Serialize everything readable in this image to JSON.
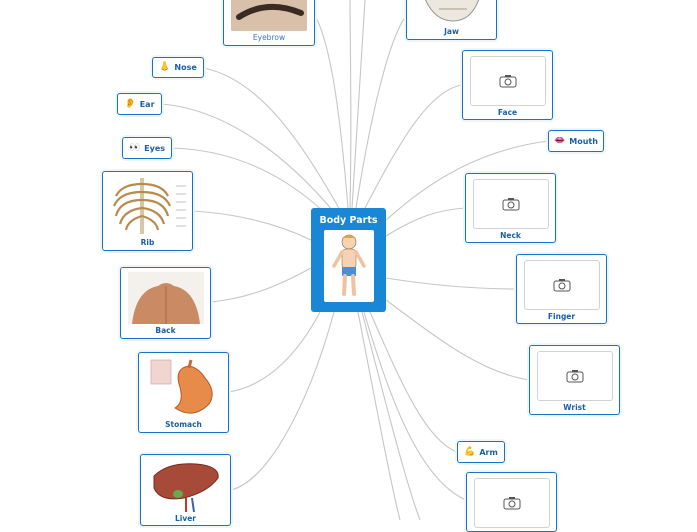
{
  "central": {
    "title": "Body Parts",
    "image_icon": "child-body-illustration"
  },
  "nodes": {
    "eyebrow": {
      "label": "Eyebrow",
      "image_icon": "eyebrow-photo"
    },
    "jaw": {
      "label": "Jaw",
      "image_icon": "jaw-bone-model"
    },
    "nose": {
      "label": "Nose",
      "emoji": "👃"
    },
    "ear": {
      "label": "Ear",
      "emoji": "👂"
    },
    "eyes": {
      "label": "Eyes",
      "emoji": "👀"
    },
    "face": {
      "label": "Face",
      "image_icon": "camera-placeholder-icon"
    },
    "mouth": {
      "label": "Mouth",
      "emoji": "👄"
    },
    "neck": {
      "label": "Neck",
      "image_icon": "camera-placeholder-icon"
    },
    "rib": {
      "label": "Rib",
      "image_icon": "ribcage-anatomy"
    },
    "back": {
      "label": "Back",
      "image_icon": "back-photo"
    },
    "finger": {
      "label": "Finger",
      "image_icon": "camera-placeholder-icon"
    },
    "wrist": {
      "label": "Wrist",
      "image_icon": "camera-placeholder-icon"
    },
    "stomach": {
      "label": "Stomach",
      "image_icon": "stomach-anatomy"
    },
    "arm": {
      "label": "Arm",
      "emoji": "💪"
    },
    "liver": {
      "label": "Liver",
      "image_icon": "liver-anatomy"
    },
    "bottom_right": {
      "image_icon": "camera-placeholder-icon"
    }
  },
  "colors": {
    "accent": "#1a86d6",
    "border": "#1a73c2",
    "link": "#c8c8c8",
    "label": "#1a5fa8"
  }
}
